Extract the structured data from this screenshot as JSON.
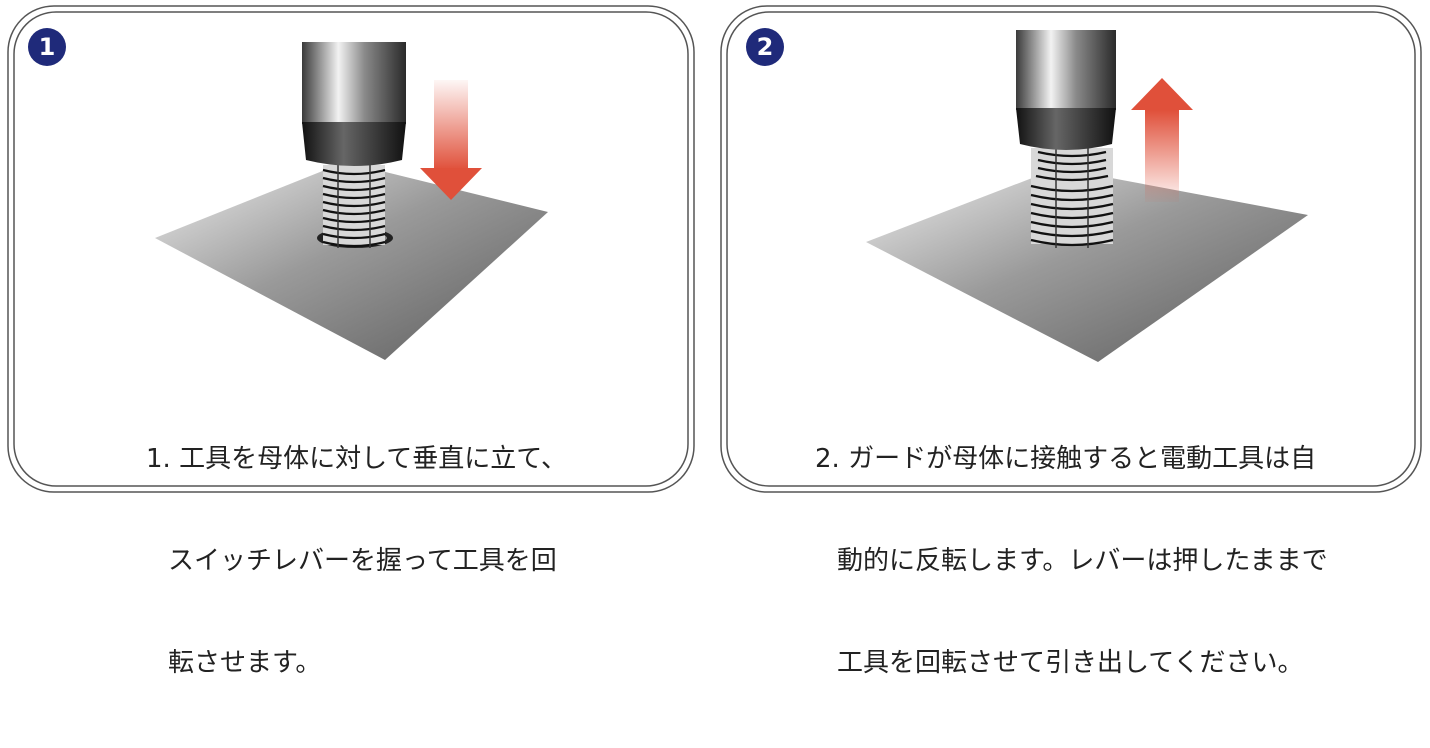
{
  "panels": [
    {
      "badge": "1",
      "caption": [
        "1. 工具を母体に対して垂直に立て、",
        "スイッチレバーを握って工具を回",
        "転させます。"
      ],
      "arrow_direction": "down"
    },
    {
      "badge": "2",
      "caption": [
        "2. ガードが母体に接触すると電動工具は自",
        "動的に反転します。レバーは押したままで",
        "工具を回転させて引き出してください。"
      ],
      "arrow_direction": "up"
    }
  ],
  "colors": {
    "badge": "#1f2a7a",
    "arrow": "#e0503a",
    "frame": "#555555"
  }
}
